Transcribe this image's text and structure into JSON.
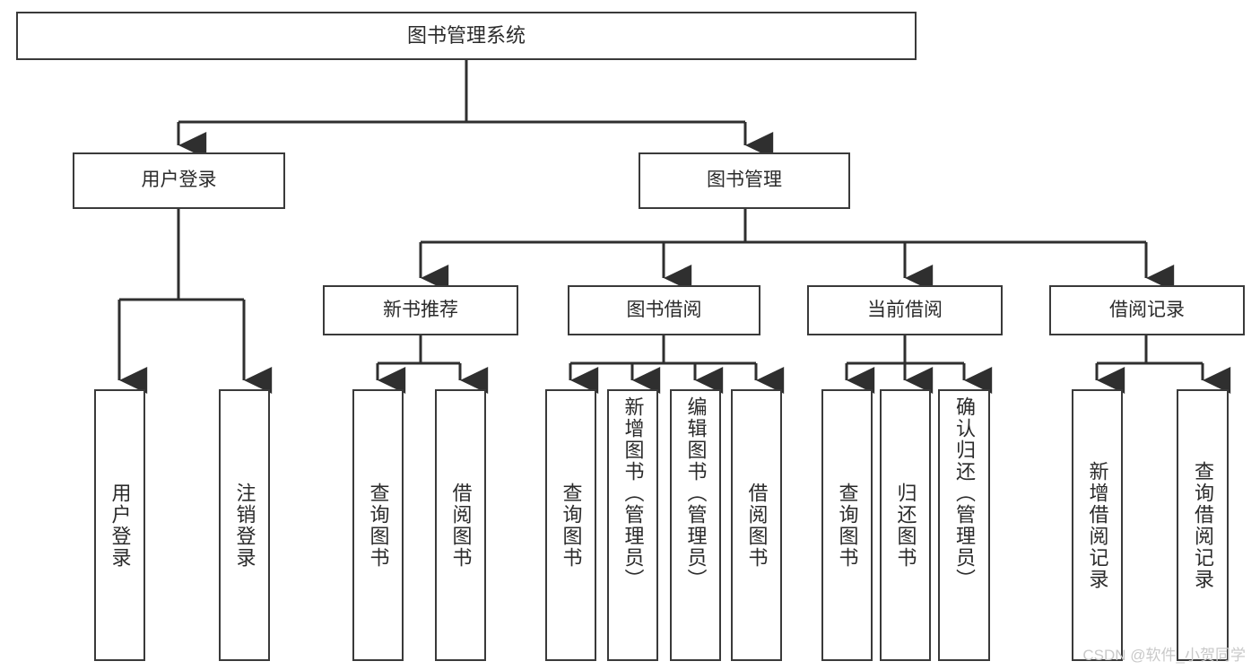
{
  "diagram": {
    "type": "tree",
    "title": "图书管理系统",
    "orientation": "top-down",
    "colors": {
      "box_border": "#3a3a3a",
      "box_fill": "#ffffff",
      "edge": "#2f2f2f",
      "text": "#2b2b2b",
      "watermark": "#c9c9c9",
      "background": "#ffffff"
    }
  },
  "root": {
    "label": "图书管理系统"
  },
  "level1": [
    {
      "label": "用户登录"
    },
    {
      "label": "图书管理"
    }
  ],
  "level2": [
    {
      "label": "新书推荐"
    },
    {
      "label": "图书借阅"
    },
    {
      "label": "当前借阅"
    },
    {
      "label": "借阅记录"
    }
  ],
  "leaves": {
    "user_login": [
      {
        "label": "用户登录"
      },
      {
        "label": "注销登录"
      }
    ],
    "new_book_recommend": [
      {
        "label": "查询图书"
      },
      {
        "label": "借阅图书"
      }
    ],
    "book_borrow": [
      {
        "label": "查询图书"
      },
      {
        "label": "新增图书（管理员）"
      },
      {
        "label": "编辑图书（管理员）"
      },
      {
        "label": "借阅图书"
      }
    ],
    "current_borrow": [
      {
        "label": "查询图书"
      },
      {
        "label": "归还图书"
      },
      {
        "label": "确认归还（管理员）"
      }
    ],
    "borrow_record": [
      {
        "label": "新增借阅记录"
      },
      {
        "label": "查询借阅记录"
      }
    ]
  },
  "watermark": {
    "text": "CSDN @软件_小贺同学"
  }
}
